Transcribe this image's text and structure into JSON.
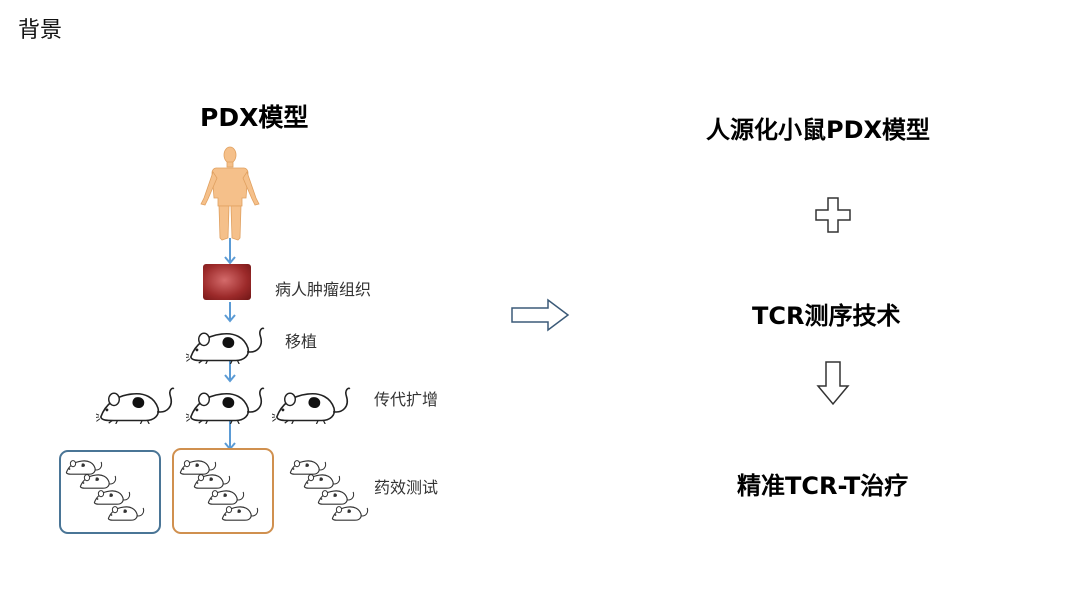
{
  "page": {
    "title": "背景"
  },
  "left_panel": {
    "title": "PDX模型",
    "steps": [
      {
        "label": "病人肿瘤组织"
      },
      {
        "label": "移植"
      },
      {
        "label": "传代扩增"
      },
      {
        "label": "药效测试"
      }
    ]
  },
  "right_panel": {
    "items": [
      {
        "label": "人源化小鼠PDX模型"
      },
      {
        "label": "TCR测序技术"
      },
      {
        "label": "精准TCR-T治疗"
      }
    ]
  },
  "colors": {
    "arrow_blue": "#5b9bd5",
    "box_blue": "#4a7596",
    "box_orange": "#d0904f",
    "skin": "#f5c08a",
    "tissue": "#a33a3a"
  },
  "icons": [
    "human-body-icon",
    "tumor-tissue-icon",
    "mouse-icon",
    "plus-icon",
    "right-arrow-icon",
    "down-arrow-icon"
  ]
}
